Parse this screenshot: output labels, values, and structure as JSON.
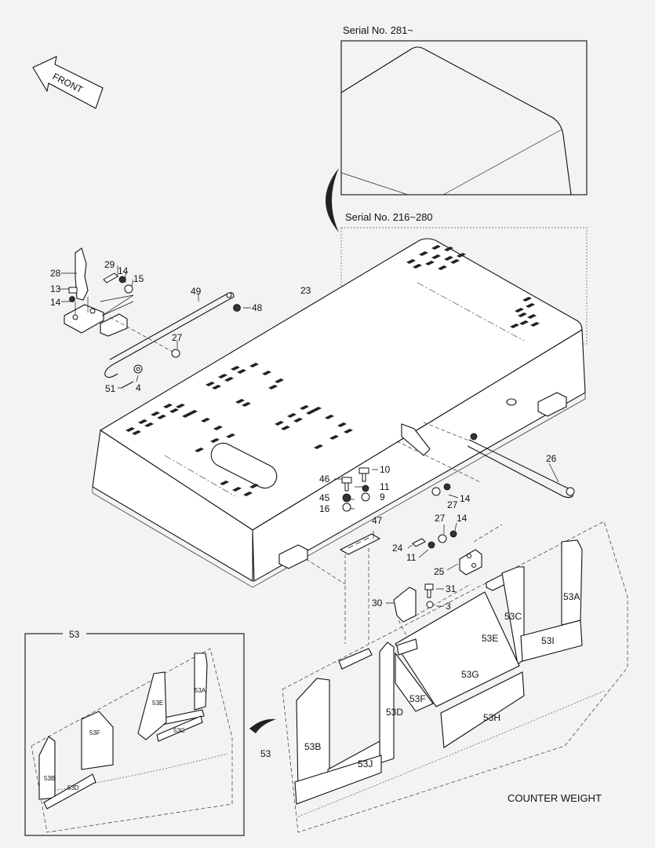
{
  "headers": {
    "serial_top": "Serial No. 281~",
    "serial_mid": "Serial No. 216~280",
    "front": "FRONT",
    "counter_weight": "COUNTER WEIGHT"
  },
  "parts": {
    "p28": "28",
    "p13": "13",
    "p14a": "14",
    "p29": "29",
    "p14b": "14",
    "p15": "15",
    "p49": "49",
    "p48": "48",
    "p23": "23",
    "p27a": "27",
    "p51": "51",
    "p4": "4",
    "p26": "26",
    "p10": "10",
    "p46": "46",
    "p11a": "11",
    "p45": "45",
    "p9": "9",
    "p16": "16",
    "p47": "47",
    "p14c": "14",
    "p27b": "27",
    "p27c": "27",
    "p14d": "14",
    "p24": "24",
    "p11b": "11",
    "p25": "25",
    "p30": "30",
    "p31": "31",
    "p3": "3",
    "p53A": "53A",
    "p53C": "53C",
    "p53E": "53E",
    "p53I": "53I",
    "p53G": "53G",
    "p53H": "53H",
    "p53F": "53F",
    "p53D": "53D",
    "p53B": "53B",
    "p53J": "53J",
    "p53": "53"
  },
  "inset": {
    "title": "53",
    "a": "53A",
    "e": "53E",
    "c": "53C",
    "f": "53F",
    "b": "53B",
    "d": "53D"
  }
}
